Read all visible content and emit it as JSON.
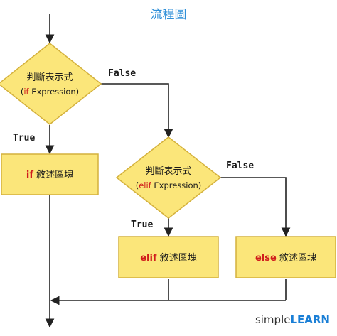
{
  "title": "流程圖",
  "decision1": {
    "label": "判斷表示式",
    "sub_open": "(",
    "sub_kw": "if",
    "sub_rest": " Expression)"
  },
  "decision2": {
    "label": "判斷表示式",
    "sub_open": "(",
    "sub_kw": "elif",
    "sub_rest": " Expression)"
  },
  "block_if": {
    "kw": "if",
    "label": " 敘述區塊"
  },
  "block_elif": {
    "kw": "elif",
    "label": " 敘述區塊"
  },
  "block_else": {
    "kw": "else",
    "label": " 敘述區塊"
  },
  "edges": {
    "d1_false": "False",
    "d1_true": "True",
    "d2_false": "False",
    "d2_true": "True"
  },
  "logo": {
    "part1": "simple",
    "part2": "LEARN"
  },
  "colors": {
    "node_fill": "#fbe67a",
    "node_stroke": "#d4b13c",
    "line": "#222222",
    "title": "#2f8fd8",
    "keyword": "#d01c1c"
  }
}
